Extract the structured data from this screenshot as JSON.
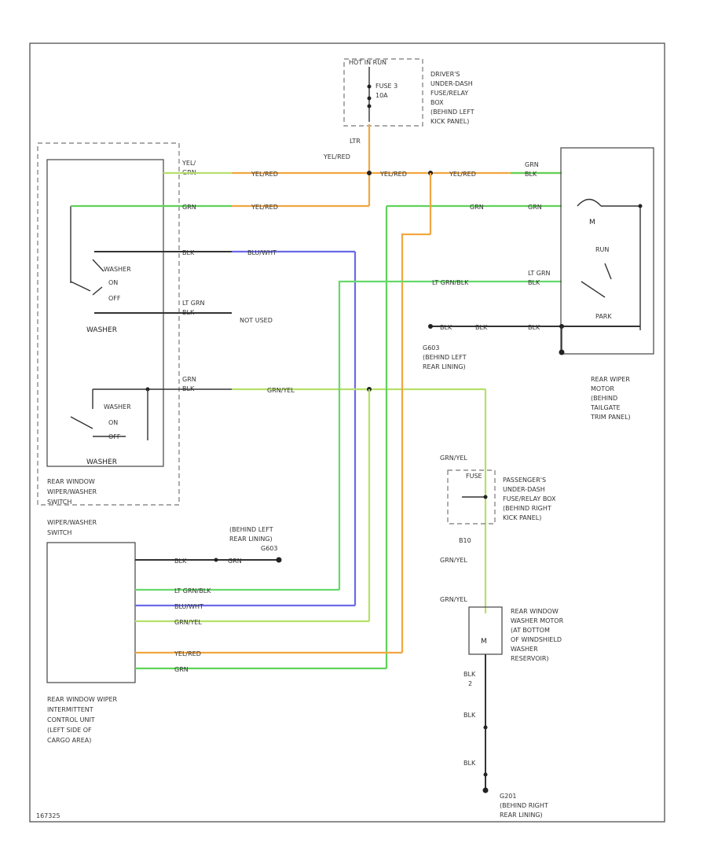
{
  "labels": {
    "hot_in_run": "HOT IN RUN",
    "fuse": "FUSE 3",
    "fuse_amp": "10A",
    "driver_box": [
      "DRIVER'S",
      "UNDER-DASH",
      "FUSE/RELAY",
      "BOX",
      "(BEHIND LEFT",
      "KICK PANEL)"
    ],
    "ltr": "LTR",
    "yel_red": "YEL/RED",
    "yel_grn": [
      "YEL/",
      "GRN"
    ],
    "yel_red_w": "YEL/RED",
    "yel_red_w2": "YEL/RED",
    "yel_red_mid": "YEL/RED",
    "yel_red_right": "YEL/RED",
    "grn_blk_top": [
      "GRN",
      "BLK"
    ],
    "grn_w": "GRN",
    "grn_w_right": "GRN",
    "grn_w_right2": "GRN",
    "blu_wht_w": "BLU/WHT",
    "blk_w": "BLK",
    "lt_grn_w": [
      "LT GRN",
      "BLK"
    ],
    "not_used": "NOT USED",
    "washer_on_off_1": [
      "WASHER",
      "ON",
      "OFF"
    ],
    "washer_label_1": "WASHER",
    "grn_blk_mid": [
      "GRN",
      "BLK"
    ],
    "grn_yel_w": "GRN/YEL",
    "washer_on_off_2": [
      "WASHER",
      "ON",
      "OFF"
    ],
    "washer_label_2": "WASHER",
    "rear_switch": [
      "REAR WINDOW",
      "WIPER/WASHER",
      "SWITCH"
    ],
    "wiper_switch": [
      "WIPER/WASHER",
      "SWITCH"
    ],
    "lt_grn_blk_right": [
      "LT GRN",
      "BLK"
    ],
    "lt_grn_blk_w": "LT GRN/BLK",
    "run": "RUN",
    "park": "PARK",
    "m": "M",
    "ground_row": [
      "BLK",
      "BLK",
      "BLK"
    ],
    "g603": [
      "G603",
      "(BEHIND LEFT",
      "REAR LINING)"
    ],
    "rear_motor": [
      "REAR WIPER",
      "MOTOR",
      "(BEHIND",
      "TAILGATE",
      "TRIM PANEL)"
    ],
    "grn_yel_right": "GRN/YEL",
    "pass_box": [
      "PASSENGER'S",
      "UNDER-DASH",
      "FUSE/RELAY BOX",
      "(BEHIND RIGHT",
      "KICK PANEL)"
    ],
    "fuse_small": "FUSE",
    "b10": "B10",
    "grn_yel_r2": "GRN/YEL",
    "grn_yel_r3": "GRN/YEL",
    "washer_motor": [
      "REAR WINDOW",
      "WASHER MOTOR",
      "(AT BOTTOM",
      "OF WINDSHIELD",
      "WASHER",
      "RESERVOIR)"
    ],
    "blk_r1": [
      "BLK",
      "2"
    ],
    "blk_r2": "BLK",
    "blk_r3": "BLK",
    "g201": [
      "G201",
      "(BEHIND RIGHT",
      "REAR LINING)"
    ],
    "g603b": [
      "(BEHIND LEFT",
      "REAR LINING)",
      "G603"
    ],
    "unit_pins": [
      "BLK",
      "LT GRN/BLK",
      "BLU/WHT",
      "GRN/YEL",
      "YEL/RED",
      "GRN"
    ],
    "unit_blk2": "GRN",
    "control_unit": [
      "REAR WINDOW WIPER",
      "INTERMITTENT",
      "CONTROL UNIT",
      "(LEFT SIDE OF",
      "CARGO AREA)"
    ],
    "fig_id": "167325"
  },
  "colors": {
    "yellow_red": "#f2a640",
    "green": "#5fd35a",
    "blue_white": "#6a6ae8",
    "green_yellow": "#b6e06a"
  }
}
